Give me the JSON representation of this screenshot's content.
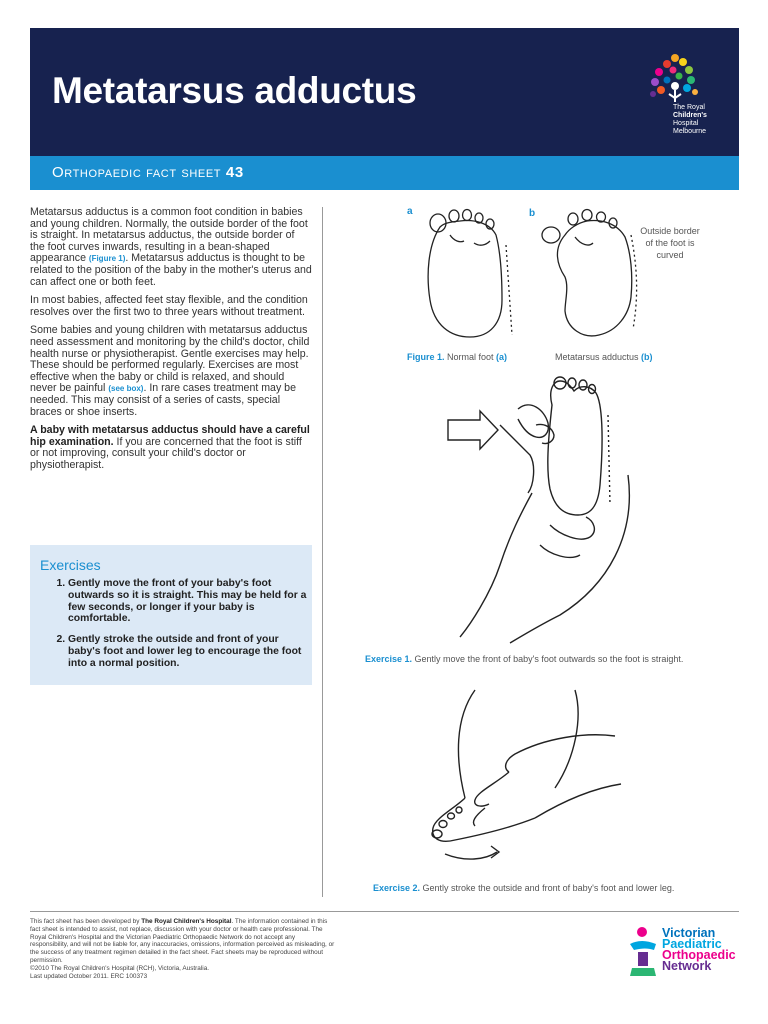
{
  "header": {
    "title": "Metatarsus adductus",
    "logo_line1": "The Royal",
    "logo_line2": "Children's",
    "logo_line3": "Hospital",
    "logo_line4": "Melbourne"
  },
  "subheader": {
    "label": "Orthopaedic fact sheet",
    "number": "43"
  },
  "body": {
    "p1a": "Metatarsus adductus is a common foot condition in babies and young children. Normally, the outside border of the foot is straight. In metatarsus adductus, the outside border of the foot curves inwards, resulting in a bean-shaped appearance ",
    "p1_ref": "(Figure 1)",
    "p1b": ". Metatarsus adductus is thought to be related to the position of the baby in the mother's uterus and can affect one or both feet.",
    "p2": "In most babies, affected feet stay flexible, and the condition resolves over the first two to three years without treatment.",
    "p3a": "Some babies and young children with metatarsus adductus need assessment and monitoring by the child's doctor, child health nurse or physiotherapist. Gentle exercises may help. These should be performed regularly. Exercises are most effective when the baby or child is relaxed, and should never be painful ",
    "p3_ref": "(see box)",
    "p3b": ". In rare cases treatment may be needed. This may consist of a series of casts, special braces or shoe inserts.",
    "p4_bold": "A baby with metatarsus adductus should have a careful hip examination.",
    "p4_rest": " If you are concerned that the foot is stiff or not improving, consult your child's doctor or physiotherapist."
  },
  "exercises": {
    "heading": "Exercises",
    "items": [
      "Gently move the front of your baby's foot outwards so it is straight. This may be held for a few seconds, or longer if your baby is comfortable.",
      "Gently stroke the outside and front of your baby's foot and lower leg to encourage the foot into a normal position."
    ]
  },
  "figure1": {
    "label_a": "a",
    "label_b": "b",
    "outside_note": "Outside border of the foot is curved",
    "cap_label": "Figure 1.",
    "cap_text": " Normal foot ",
    "cap_a": "(a)",
    "cap2_text": "Metatarsus adductus ",
    "cap_b": "(b)"
  },
  "exercise1_caption": {
    "label": "Exercise 1.",
    "text": " Gently move the front of baby's foot outwards so the foot is straight."
  },
  "exercise2_caption": {
    "label": "Exercise 2.",
    "text": " Gently stroke the outside and front of baby's foot and lower leg."
  },
  "footer": {
    "d1": "This fact sheet has been developed by ",
    "d1_bold": "The Royal Children's Hospital",
    "d2": ". The information contained in this fact sheet is intended to assist, not replace, discussion with your doctor or health care professional. The Royal Children's Hospital and the Victorian Paediatric Orthopaedic Network do not accept any responsibility, and will not be liable for, any inaccuracies, omissions, information perceived as misleading, or the success of any treatment regimen detailed in the fact sheet. Fact sheets may be reproduced without permission.",
    "d3": "©2010 The Royal Children's Hospital (RCH), Victoria, Australia.",
    "d4": "Last updated October 2011. ERC 100373",
    "vpon_line1": "Victorian",
    "vpon_line2": "Paediatric",
    "vpon_line3": "Orthopaedic",
    "vpon_line4": "Network"
  },
  "colors": {
    "navy": "#17224f",
    "blue": "#1a8fd0",
    "box": "#dce9f6"
  }
}
